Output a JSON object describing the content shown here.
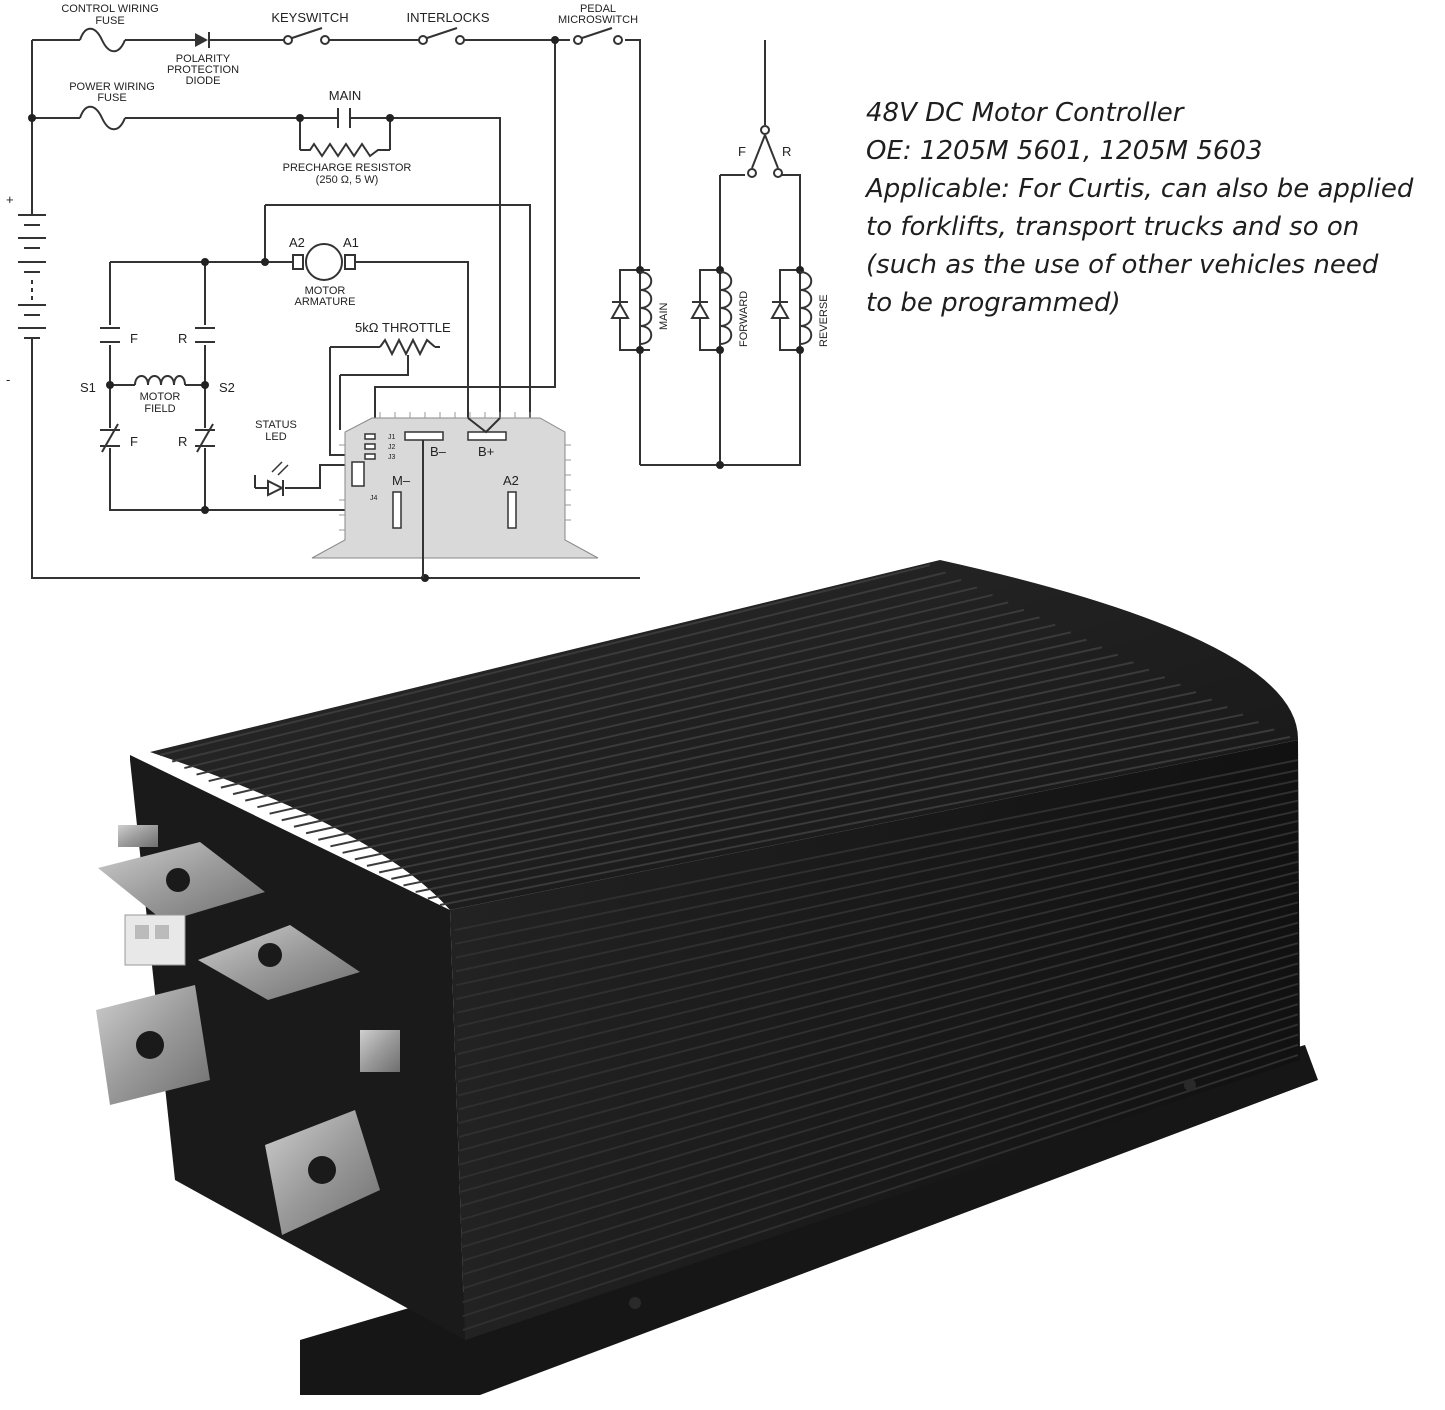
{
  "diagram": {
    "control_fuse": [
      "CONTROL WIRING",
      "FUSE"
    ],
    "diode": [
      "POLARITY",
      "PROTECTION",
      "DIODE"
    ],
    "keyswitch": "KEYSWITCH",
    "interlocks": "INTERLOCKS",
    "pedal": [
      "PEDAL",
      "MICROSWITCH"
    ],
    "power_fuse": [
      "POWER WIRING",
      "FUSE"
    ],
    "main": "MAIN",
    "precharge": [
      "PRECHARGE RESISTOR",
      "(250 Ω, 5 W)"
    ],
    "battery_plus": "+",
    "battery_minus": "-",
    "a2": "A2",
    "a1": "A1",
    "armature": [
      "MOTOR",
      "ARMATURE"
    ],
    "throttle": "5kΩ THROTTLE",
    "field": [
      "MOTOR",
      "FIELD"
    ],
    "f": "F",
    "r": "R",
    "s1": "S1",
    "s2": "S2",
    "status_led": [
      "STATUS",
      "LED"
    ],
    "j1": "J1",
    "j2": "J2",
    "j3": "J3",
    "j4": "J4",
    "b_minus": "B–",
    "b_plus": "B+",
    "m_minus": "M–",
    "a2_term": "A2",
    "coil_main": "MAIN",
    "coil_forward": "FORWARD",
    "coil_reverse": "REVERSE"
  },
  "specs": {
    "line1": "48V DC Motor Controller",
    "line2": "OE: 1205M 5601, 1205M 5603",
    "line3": "Applicable: For Curtis, can also be applied",
    "line4": "to forklifts, transport trucks and so on",
    "line5": "(such as the use of other vehicles need",
    "line6": "to be programmed)"
  },
  "colors": {
    "housing": "#1b1b1b",
    "terminal": "#a9a9a9",
    "controller_box": "#d9d9d9"
  }
}
